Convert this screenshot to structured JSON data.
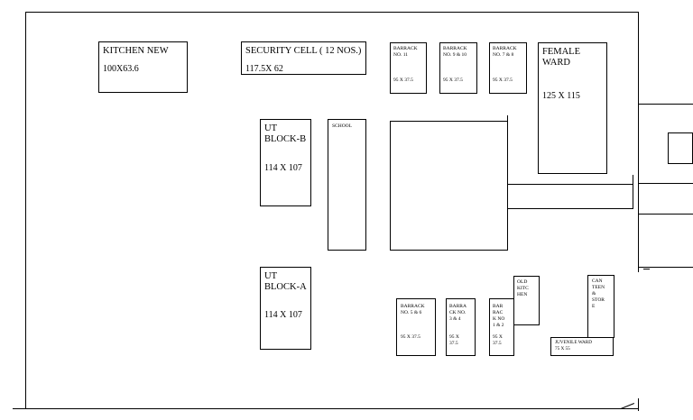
{
  "blocks": {
    "kitchen_new": {
      "name": "KITCHEN NEW",
      "size": "100X63.6"
    },
    "security_cell": {
      "name": "SECURITY CELL ( 12 NOS.)",
      "size": "117.5X 62"
    },
    "barrack_11": {
      "name": "BARRACK\nNO. 11",
      "size": "95 X 37.5"
    },
    "barrack_9_10": {
      "name": "BARRACK\nNO. 9 & 10",
      "size": "95 X 37.5"
    },
    "barrack_7_8": {
      "name": "BARRACK\nNO. 7 & 8",
      "size": "95 X 37.5"
    },
    "female_ward": {
      "name": "FEMALE\nWARD",
      "size": "125 X 115"
    },
    "ut_block_b": {
      "name": "UT\nBLOCK-B",
      "size": "114 X 107"
    },
    "school": {
      "name": "SCHOOL"
    },
    "ut_block_a": {
      "name": "UT\nBLOCK-A",
      "size": "114 X 107"
    },
    "barrack_5_6": {
      "name": "BARRACK\nNO. 5 & 6",
      "size": "95 X 37.5"
    },
    "barrack_3_4": {
      "name": "BARRA\nCK NO.\n3 & 4",
      "size": "95 X\n37.5"
    },
    "barrack_1_2": {
      "name": "BAR\nRAC\nK NO\n1 & 2",
      "size": "95 X\n37.5"
    },
    "old_kitchen": {
      "name": "OLD\nKITC\nHEN"
    },
    "canteen": {
      "name": "CAN\nTEEN\n&\nSTOR\nE"
    },
    "juvenile_ward": {
      "name": "JUVENILE WARD",
      "size": "75 X 55"
    }
  }
}
